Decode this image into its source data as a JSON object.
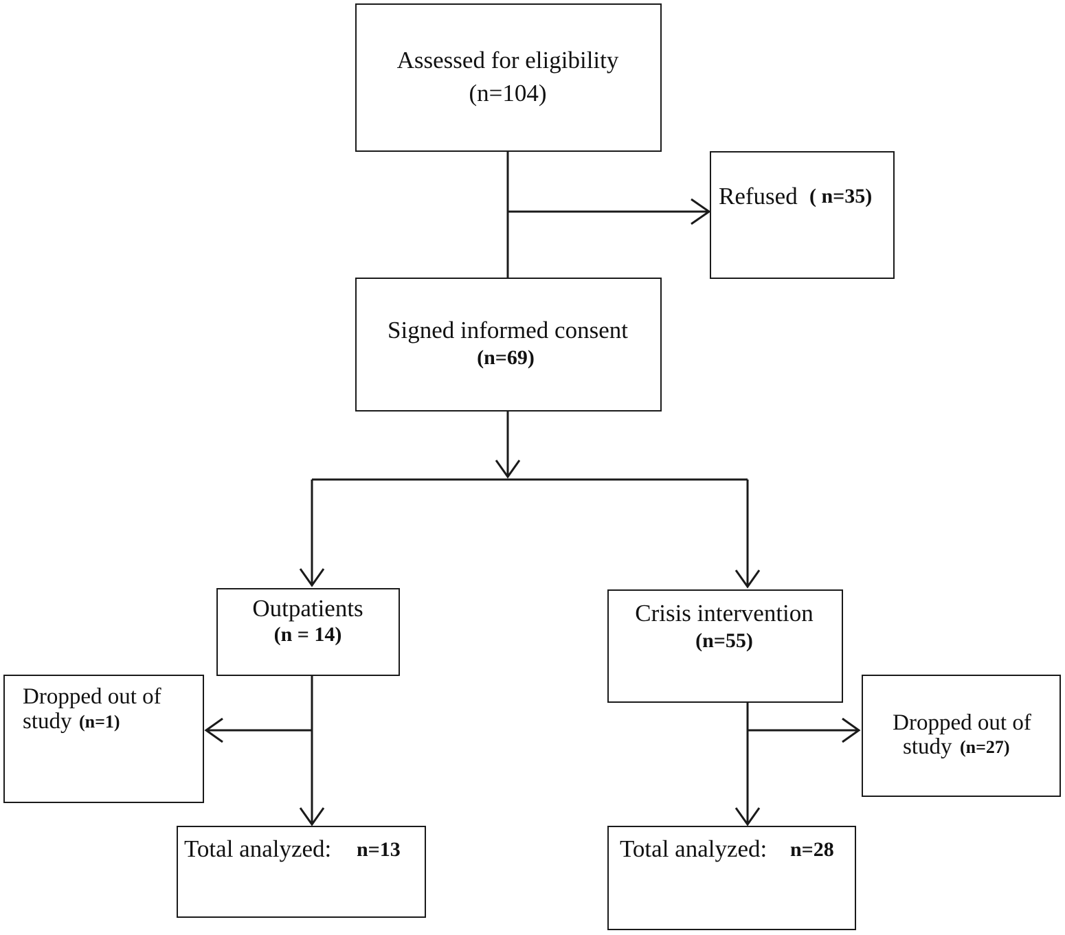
{
  "nodes": {
    "assessed": {
      "label": "Assessed for eligibility",
      "count": "(n=104)"
    },
    "refused": {
      "label": "Refused",
      "count": "( n=35)"
    },
    "consent": {
      "label": "Signed informed consent",
      "count": "(n=69)"
    },
    "outpatients": {
      "label": "Outpatients",
      "count": "(n = 14)"
    },
    "crisis": {
      "label": "Crisis intervention",
      "count": "(n=55)"
    },
    "dropped_left": {
      "line1": "Dropped out of",
      "line2": "study",
      "count": "(n=1)"
    },
    "dropped_right": {
      "line1": "Dropped out of",
      "line2": "study",
      "count": "(n=27)"
    },
    "total_left": {
      "label": "Total analyzed:",
      "count": "n=13"
    },
    "total_right": {
      "label": "Total analyzed:",
      "count": "n=28"
    }
  },
  "edges": [
    {
      "from": "assessed",
      "to": "consent"
    },
    {
      "from": "assessed",
      "to": "refused"
    },
    {
      "from": "consent",
      "to": "outpatients"
    },
    {
      "from": "consent",
      "to": "crisis"
    },
    {
      "from": "outpatients",
      "to": "dropped_left"
    },
    {
      "from": "outpatients",
      "to": "total_left"
    },
    {
      "from": "crisis",
      "to": "dropped_right"
    },
    {
      "from": "crisis",
      "to": "total_right"
    }
  ]
}
